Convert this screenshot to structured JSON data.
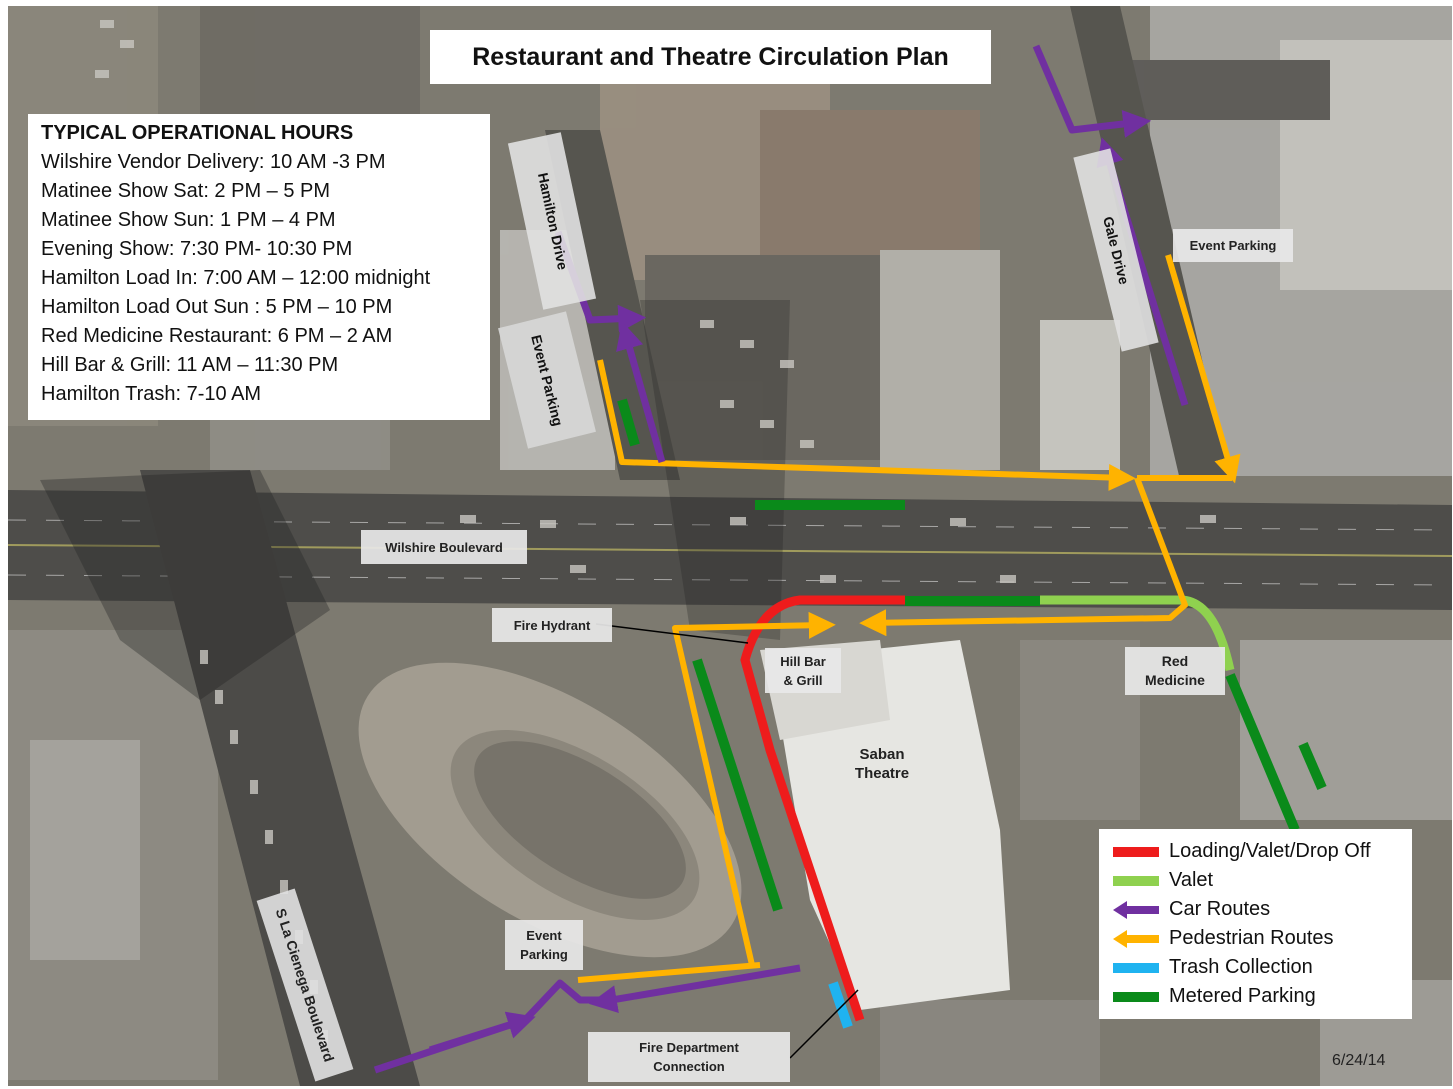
{
  "title": "Restaurant and Theatre Circulation Plan",
  "hours": {
    "heading": "TYPICAL OPERATIONAL HOURS",
    "lines": [
      "Wilshire Vendor Delivery: 10 AM -3 PM",
      "Matinee Show Sat: 2 PM – 5 PM",
      "Matinee Show Sun: 1 PM – 4 PM",
      "Evening Show: 7:30 PM- 10:30 PM",
      "Hamilton Load In: 7:00 AM – 12:00 midnight",
      "Hamilton Load Out Sun : 5 PM – 10 PM",
      "Red Medicine Restaurant: 6 PM – 2 AM",
      "Hill Bar & Grill: 11 AM – 11:30 PM",
      "Hamilton Trash: 7-10 AM"
    ]
  },
  "labels": {
    "hamilton_drive": "Hamilton Drive",
    "gale_drive": "Gale Drive",
    "event_parking_gale": "Event Parking",
    "event_parking_hamilton": "Event Parking",
    "wilshire": "Wilshire Boulevard",
    "fire_hydrant": "Fire Hydrant",
    "hill_bar_1": "Hill Bar",
    "hill_bar_2": "& Grill",
    "red_medicine_1": "Red",
    "red_medicine_2": "Medicine",
    "saban_1": "Saban",
    "saban_2": "Theatre",
    "event_parking_south_1": "Event",
    "event_parking_south_2": "Parking",
    "la_cienega": "S La Cienega Boulevard",
    "fire_dept_1": "Fire Department",
    "fire_dept_2": "Connection"
  },
  "legend": [
    {
      "label": "Loading/Valet/Drop Off",
      "color": "#ee1c1c",
      "kind": "bar"
    },
    {
      "label": "Valet",
      "color": "#8fd14f",
      "kind": "bar"
    },
    {
      "label": "Car Routes",
      "color": "#7030a0",
      "kind": "arrow"
    },
    {
      "label": "Pedestrian Routes",
      "color": "#ffb300",
      "kind": "arrow"
    },
    {
      "label": "Trash Collection",
      "color": "#1fb3f0",
      "kind": "bar"
    },
    {
      "label": "Metered Parking",
      "color": "#0a8a1a",
      "kind": "bar"
    }
  ],
  "date": "6/24/14"
}
